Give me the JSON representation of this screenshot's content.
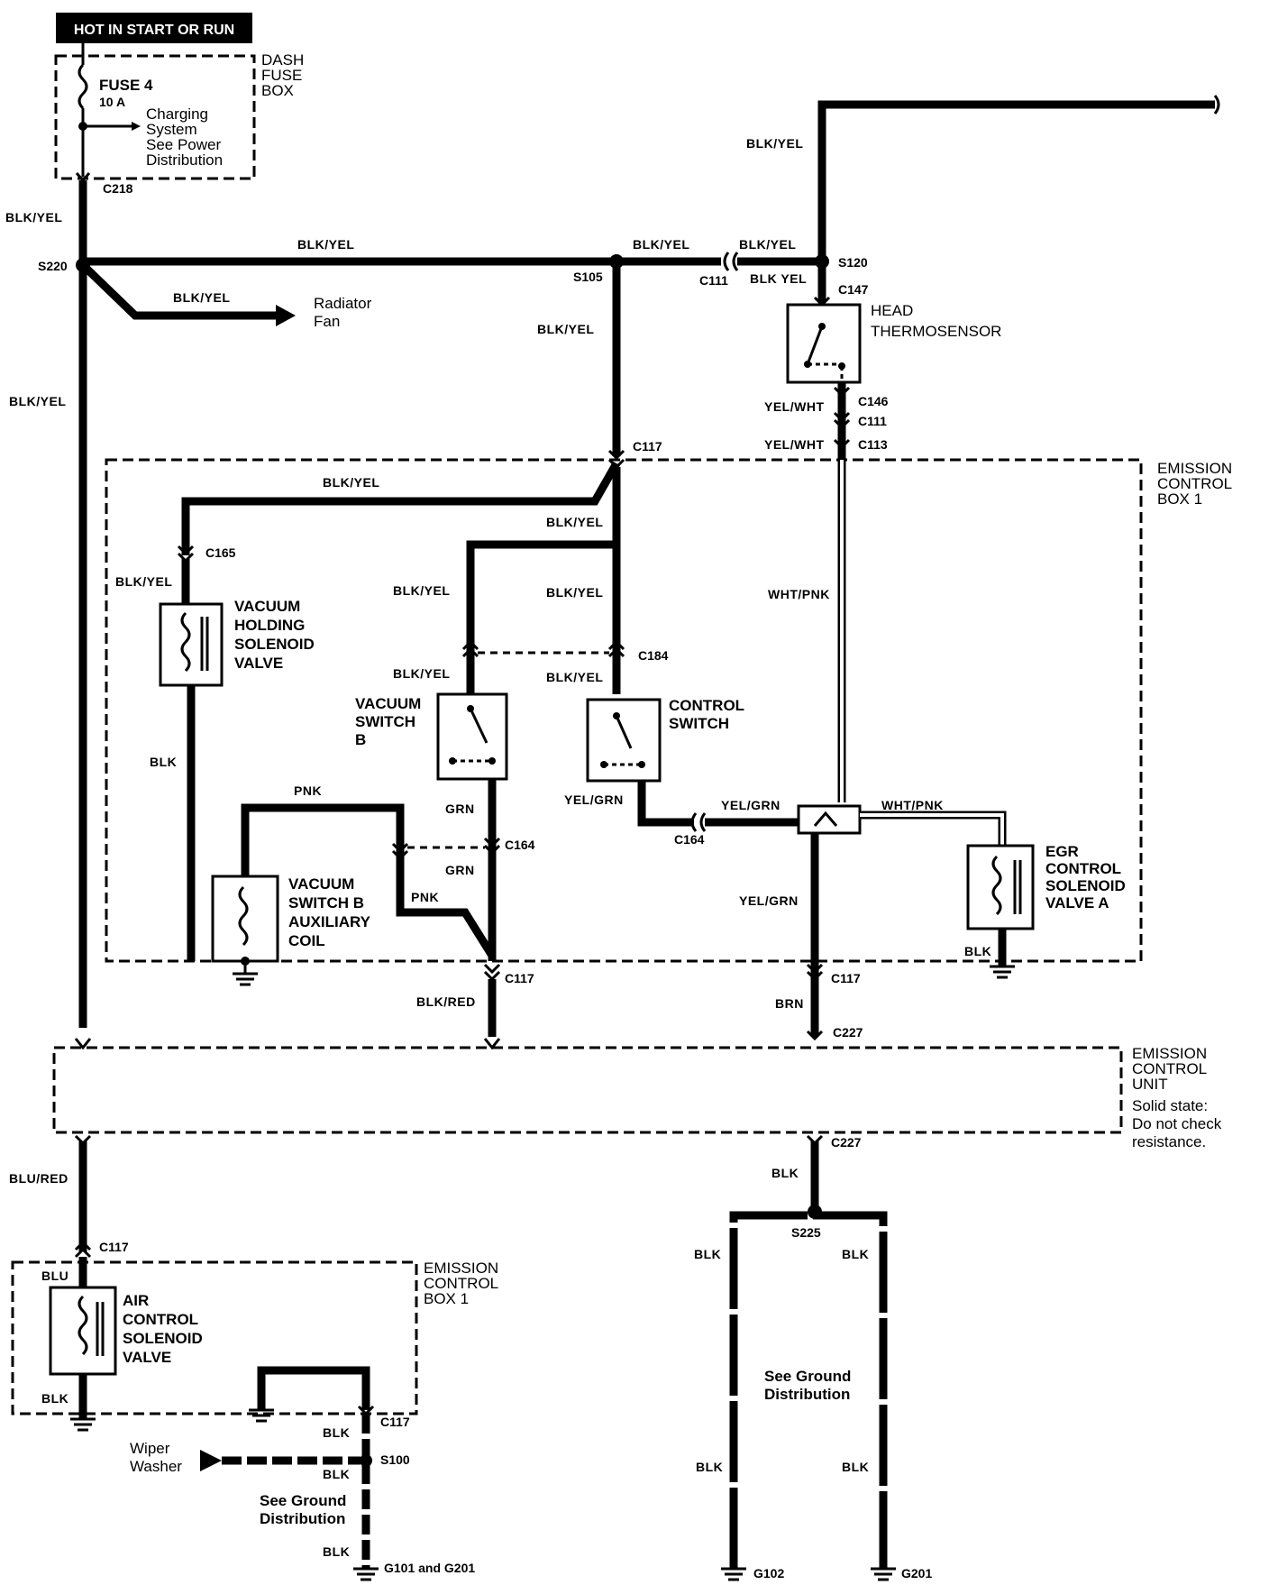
{
  "banner": "HOT IN START OR RUN",
  "dash_fuse_box": {
    "label": [
      "DASH",
      "FUSE",
      "BOX"
    ],
    "fuse_name": "FUSE 4",
    "fuse_rating": "10 A",
    "branch_note": [
      "Charging",
      "System",
      "See Power",
      "Distribution"
    ]
  },
  "connectors": {
    "c218": "C218",
    "s220": "S220",
    "s105": "S105",
    "c111_top": "C111",
    "s120": "S120",
    "c147": "C147",
    "c146": "C146",
    "c111_mid": "C111",
    "c113": "C113",
    "c117_top": "C117",
    "c165": "C165",
    "c184_upper": "C184",
    "c164_mid": "C164",
    "c164_right": "C164",
    "c117_bl": "C117",
    "c117_br": "C117",
    "c227_top": "C227",
    "c227_bottom": "C227",
    "c117_lower": "C117",
    "c117_lower2": "C117",
    "s100": "S100",
    "s225": "S225",
    "g_left": "G101 and G201",
    "g102": "G102",
    "g201": "G201"
  },
  "wires": {
    "w_left_top": "BLK/YEL",
    "w_left_mid": "BLK/YEL",
    "w_top_h": "BLK/YEL",
    "w_top_h2": "BLK/YEL",
    "w_top_h3": "BLK/YEL",
    "w_c111_s120": "BLK YEL",
    "w_top_right": "BLK/YEL",
    "w_radiator": "BLK/YEL",
    "w_s105_down": "BLK/YEL",
    "w_therm_out": "YEL/WHT",
    "w_therm_out2": "YEL/WHT",
    "w_inner_top": "BLK/YEL",
    "w_inner_mid": "BLK/YEL",
    "w_holding_in": "BLK/YEL",
    "w_vsb_in": "BLK/YEL",
    "w_vsb_in2": "BLK/YEL",
    "w_cs_in": "BLK/YEL",
    "w_cs_in2": "BLK/YEL",
    "w_holding_out": "BLK",
    "w_pnk_top": "PNK",
    "w_pnk_low": "PNK",
    "w_grn1": "GRN",
    "w_grn2": "GRN",
    "w_cs_out": "YEL/GRN",
    "w_yelgrn_h": "YEL/GRN",
    "w_yelgrn_down": "YEL/GRN",
    "w_whtpnk_v": "WHT/PNK",
    "w_whtpnk_h": "WHT/PNK",
    "w_egr_gnd": "BLK",
    "w_blkred": "BLK/RED",
    "w_brn": "BRN",
    "w_blured": "BLU/RED",
    "w_blu": "BLU",
    "w_acs_gnd": "BLK",
    "w_blk_c117": "BLK",
    "w_blk_s100": "BLK",
    "w_blk_g": "BLK",
    "w_blk_c227": "BLK",
    "w_blk_s225_l": "BLK",
    "w_blk_s225_r": "BLK",
    "w_blk_g102": "BLK",
    "w_blk_g201": "BLK"
  },
  "components": {
    "radiator_fan": [
      "Radiator",
      "Fan"
    ],
    "head_thermosensor": [
      "HEAD",
      "THERMOSENSOR"
    ],
    "emission_control_box_1": [
      "EMISSION",
      "CONTROL",
      "BOX 1"
    ],
    "vacuum_holding_solenoid": [
      "VACUUM",
      "HOLDING",
      "SOLENOID",
      "VALVE"
    ],
    "vacuum_switch_b": [
      "VACUUM",
      "SWITCH",
      "B"
    ],
    "control_switch": [
      "CONTROL",
      "SWITCH"
    ],
    "vacuum_switch_b_aux_coil": [
      "VACUUM",
      "SWITCH B",
      "AUXILIARY",
      "COIL"
    ],
    "egr_control_solenoid": [
      "EGR",
      "CONTROL",
      "SOLENOID",
      "VALVE A"
    ],
    "emission_control_unit": [
      "EMISSION",
      "CONTROL",
      "UNIT"
    ],
    "ecu_note": [
      "Solid state:",
      "Do not check",
      "resistance."
    ],
    "emission_control_box_1_lower": [
      "EMISSION",
      "CONTROL",
      "BOX 1"
    ],
    "air_control_solenoid": [
      "AIR",
      "CONTROL",
      "SOLENOID",
      "VALVE"
    ],
    "wiper_washer": [
      "Wiper",
      "Washer"
    ],
    "see_ground_left": [
      "See Ground",
      "Distribution"
    ],
    "see_ground_right": [
      "See Ground",
      "Distribution"
    ]
  }
}
